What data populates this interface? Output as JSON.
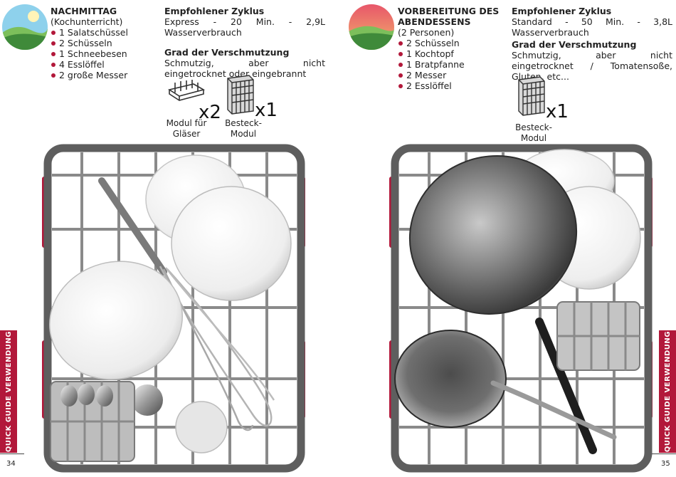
{
  "left": {
    "scene": {
      "title": "NACHMITTAG",
      "subtitle": "(Kochunterricht)",
      "items": [
        "1 Salatschüssel",
        "2 Schüsseln",
        "1 Schneebesen",
        "4 Esslöffel",
        "2 große Messer"
      ]
    },
    "cycle": {
      "heading": "Empfohlener Zyklus",
      "text": "Express - 20 Min. - 2,9L Wasserverbrauch",
      "soil_heading": "Grad der Verschmutzung",
      "soil_text": "Schmutzig, aber nicht eingetrocknet oder eingebrannt"
    },
    "modules": [
      {
        "label_line1": "Modul für",
        "label_line2": "Gläser",
        "multiplier": "x2",
        "icon": "glass-module-icon"
      },
      {
        "label_line1": "Besteck-",
        "label_line2": "Modul",
        "multiplier": "x1",
        "icon": "cutlery-basket-icon"
      }
    ],
    "page_number": "34",
    "tab_label": "QUICK GUIDE VERWENDUNG"
  },
  "right": {
    "scene": {
      "title_line1": "VORBEREITUNG DES",
      "title_line2": "ABENDESSENS",
      "subtitle": "(2 Personen)",
      "items": [
        "2 Schüsseln",
        "1 Kochtopf",
        "1 Bratpfanne",
        "2 Messer",
        "2 Esslöffel"
      ]
    },
    "cycle": {
      "heading": "Empfohlener Zyklus",
      "text": "Standard - 50 Min. - 3,8L Wasserverbrauch",
      "soil_heading": "Grad der Verschmutzung",
      "soil_text": "Schmutzig, aber nicht eingetrocknet / Tomatensoße, Gluten, etc..."
    },
    "modules": [
      {
        "label_line1": "Besteck-",
        "label_line2": "Modul",
        "multiplier": "x1",
        "icon": "cutlery-basket-icon"
      }
    ],
    "page_number": "35",
    "tab_label": "QUICK GUIDE VERWENDUNG"
  },
  "colors": {
    "accent": "#b2183a",
    "rack_frame": "#5e5e5e",
    "rack_wire": "#8a8a8a",
    "grass": "#3f8a3a",
    "sky_day": "#8ed1ec",
    "sky_evening": "#e87a6a"
  }
}
